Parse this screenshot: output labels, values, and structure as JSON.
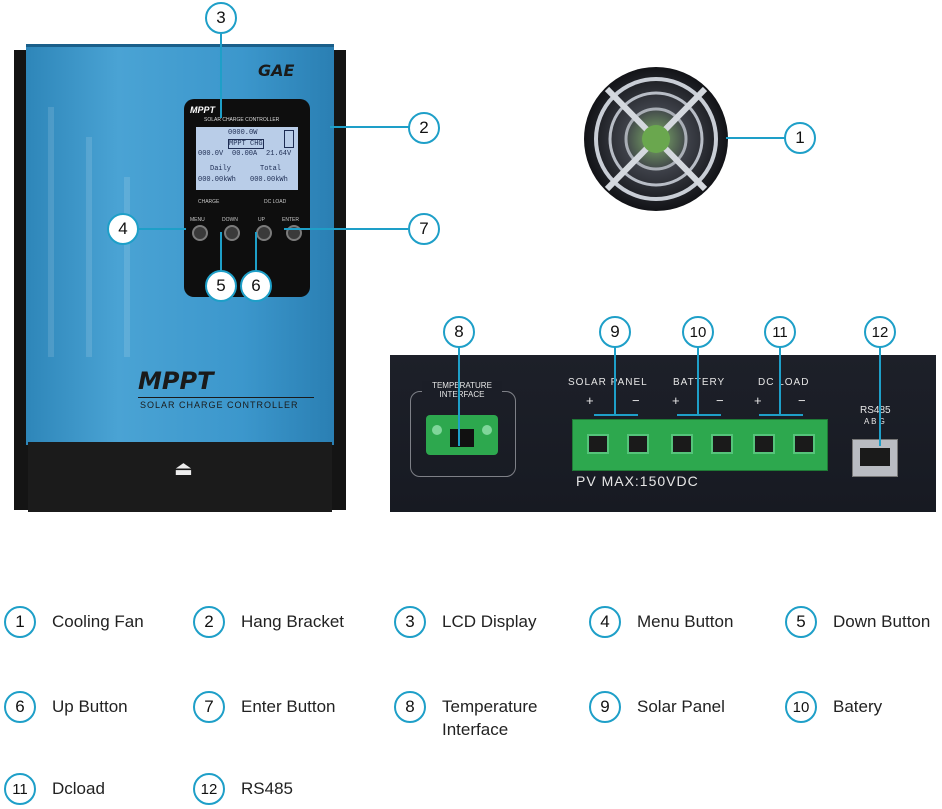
{
  "controller": {
    "logo": "GAE",
    "lcd_title": "MPPT",
    "lcd_subtitle": "SOLAR CHARGE CONTROLLER",
    "lcd_lines": [
      "0000.0W",
      "MPPT CHG",
      "000.0V",
      "00.00A",
      "21.64V",
      "Daily",
      "Total",
      "000.00kWh",
      "000.00kWh"
    ],
    "panel_labels": {
      "charge": "CHARGE",
      "dc_load": "DC LOAD",
      "menu": "MENU",
      "down": "DOWN",
      "up": "UP",
      "enter": "ENTER"
    },
    "front_title": "MPPT",
    "front_subtitle": "SOLAR CHARGE CONTROLLER",
    "eject_glyph": "⏏"
  },
  "terminal_panel": {
    "temp_label": "TEMPERATURE INTERFACE",
    "solar_label": "SOLAR PANEL",
    "battery_label": "BATTERY",
    "dcload_label": "DC LOAD",
    "pv_label": "PV  MAX:150VDC",
    "rs485_label": "RS485",
    "rs485_pins": "A  B  G",
    "plus": "+",
    "minus": "−"
  },
  "callouts": {
    "c1": "1",
    "c2": "2",
    "c3": "3",
    "c4": "4",
    "c5": "5",
    "c6": "6",
    "c7": "7",
    "c8": "8",
    "c9": "9",
    "c10": "10",
    "c11": "11",
    "c12": "12"
  },
  "legend": [
    {
      "num": "1",
      "label": "Cooling Fan"
    },
    {
      "num": "2",
      "label": "Hang Bracket"
    },
    {
      "num": "3",
      "label": "LCD Display"
    },
    {
      "num": "4",
      "label": "Menu Button"
    },
    {
      "num": "5",
      "label": "Down Button"
    },
    {
      "num": "6",
      "label": "Up Button"
    },
    {
      "num": "7",
      "label": "Enter Button"
    },
    {
      "num": "8",
      "label": "Temperature Interface"
    },
    {
      "num": "9",
      "label": "Solar Panel"
    },
    {
      "num": "10",
      "label": "Batery"
    },
    {
      "num": "11",
      "label": "Dcload"
    },
    {
      "num": "12",
      "label": "RS485"
    }
  ],
  "colors": {
    "accent": "#1e9fc8",
    "controller_blue": "#3c97cc",
    "terminal_green": "#2da84e"
  }
}
